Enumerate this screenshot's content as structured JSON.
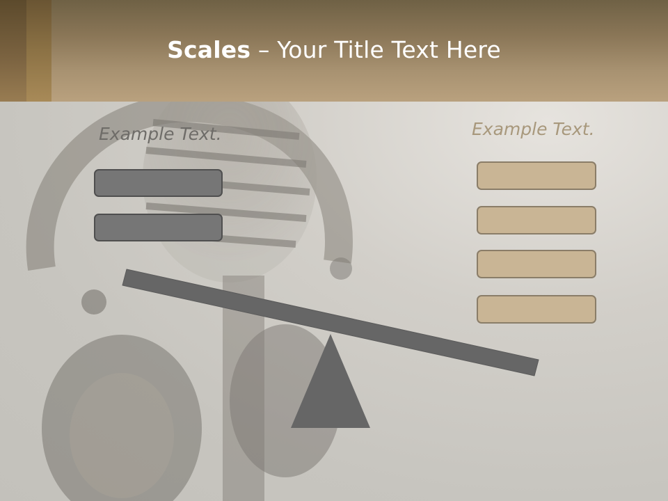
{
  "slide": {
    "title_bold": "Scales",
    "title_rest": " – Your Title Text Here"
  },
  "left": {
    "label": "Example Text.",
    "boxes": [
      "",
      ""
    ]
  },
  "right": {
    "label": "Example Text.",
    "boxes": [
      "",
      "",
      "",
      ""
    ]
  },
  "icons": {
    "background": "microphone-headphones-photo",
    "beam": "tilted-balance-beam",
    "fulcrum": "triangle-fulcrum"
  },
  "colors": {
    "header": "#a89271",
    "left_boxes": "#767676",
    "right_boxes": "#c9b595",
    "beam": "#666666"
  }
}
